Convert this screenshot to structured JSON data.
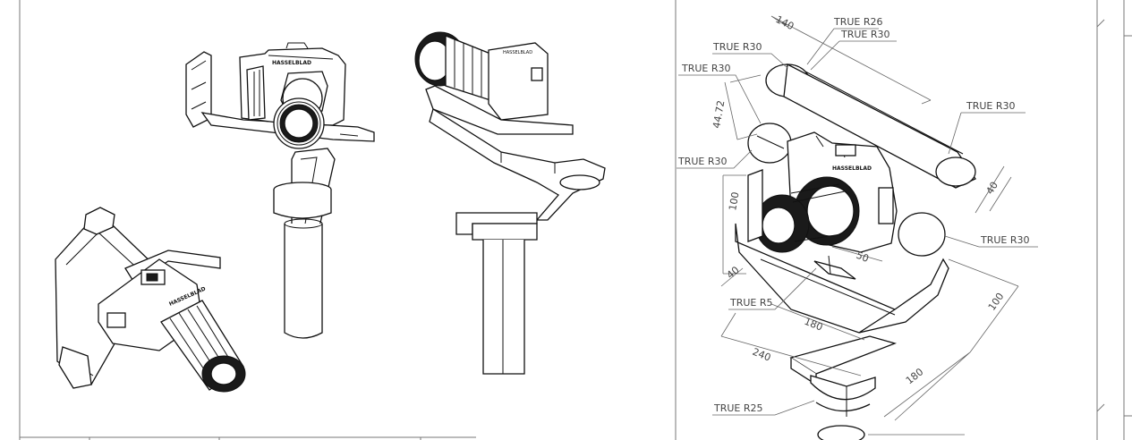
{
  "drawing": {
    "callouts": {
      "true_r26": "TRUE R26",
      "true_r30_top": "TRUE R30",
      "true_r30_left1": "TRUE R30",
      "true_r30_left2": "TRUE R30",
      "true_r30_left3": "TRUE R30",
      "true_r30_right1": "TRUE R30",
      "true_r30_right2": "TRUE R30",
      "true_r5": "TRUE R5",
      "true_r25": "TRUE R25"
    },
    "dimensions": {
      "d140": "140",
      "d44_72": "44.72",
      "d100_left": "100",
      "d40_left": "40",
      "d50": "50",
      "d40_right": "40",
      "d100_right": "100",
      "d180_a": "180",
      "d180_b": "180",
      "d240": "240"
    }
  }
}
